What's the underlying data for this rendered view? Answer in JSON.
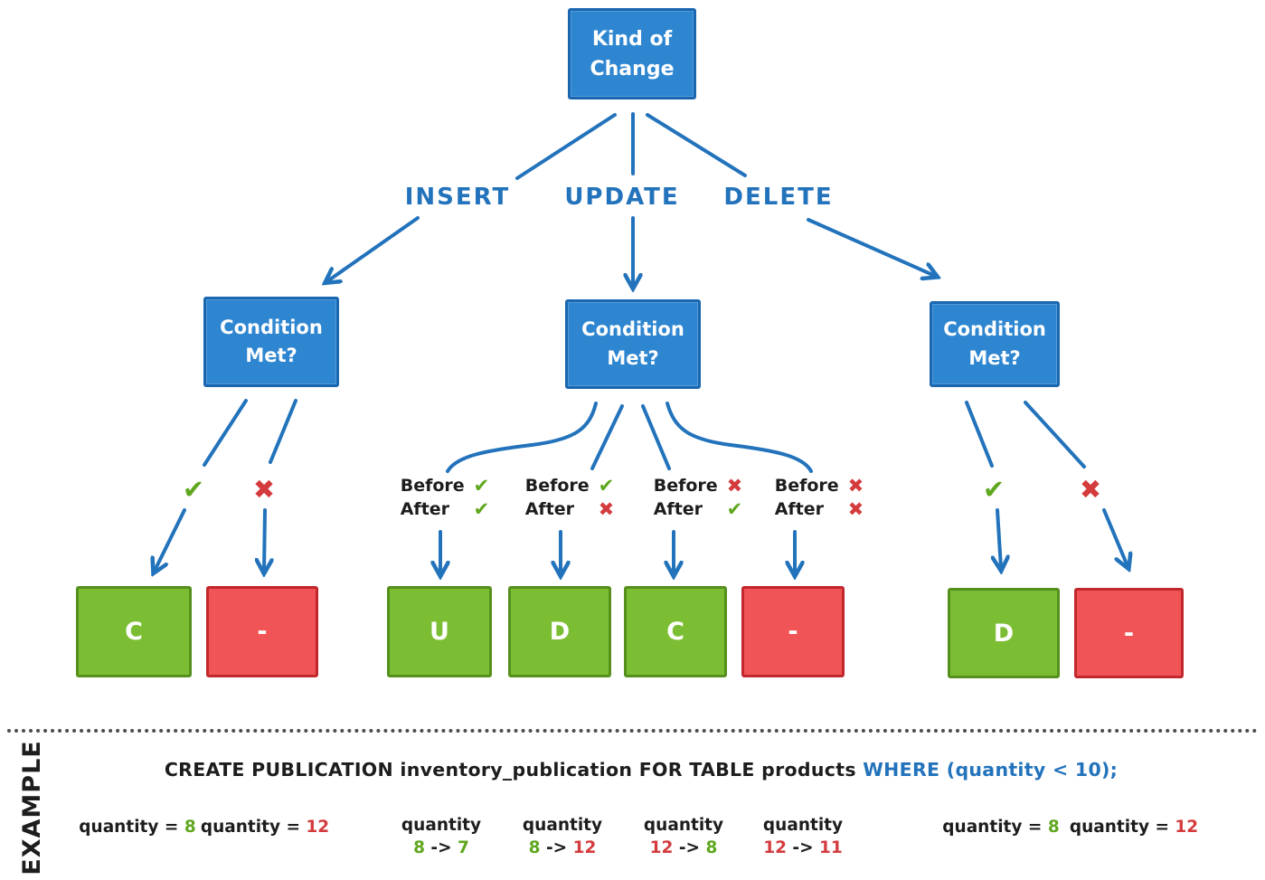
{
  "colors": {
    "blue_fill": "#2E86D1",
    "blue_border": "#1A66B0",
    "arrow": "#2273BB",
    "green_fill": "#7CBE33",
    "green_border": "#55901D",
    "red_fill": "#F05456",
    "red_border": "#C2272D",
    "check": "#5FA71F",
    "cross": "#D43B3D",
    "ink": "#1D1D1D",
    "dots": "#4D4D4D"
  },
  "icons": {
    "check": "✔",
    "cross": "✖"
  },
  "tree": {
    "root": "Kind of Change",
    "branches": [
      "INSERT",
      "UPDATE",
      "DELETE"
    ],
    "conditions": [
      "Condition Met?",
      "Condition Met?",
      "Condition Met?"
    ],
    "before_label": "Before",
    "after_label": "After",
    "insert_outcomes": [
      {
        "mark": "check",
        "result": "C",
        "color": "green"
      },
      {
        "mark": "cross",
        "result": "-",
        "color": "red"
      }
    ],
    "update_outcomes": [
      {
        "before": "check",
        "after": "check",
        "result": "U",
        "color": "green"
      },
      {
        "before": "check",
        "after": "cross",
        "result": "D",
        "color": "green"
      },
      {
        "before": "cross",
        "after": "check",
        "result": "C",
        "color": "green"
      },
      {
        "before": "cross",
        "after": "cross",
        "result": "-",
        "color": "red"
      }
    ],
    "delete_outcomes": [
      {
        "mark": "check",
        "result": "D",
        "color": "green"
      },
      {
        "mark": "cross",
        "result": "-",
        "color": "red"
      }
    ]
  },
  "example": {
    "section_label": "EXAMPLE",
    "sql_statement": "CREATE PUBLICATION inventory_publication FOR TABLE products ",
    "sql_where_clause": "WHERE (quantity < 10);",
    "arrow_glyph": "->",
    "insert_values": [
      {
        "label": "quantity = ",
        "value": "8",
        "color": "green"
      },
      {
        "label": "quantity = ",
        "value": "12",
        "color": "red"
      }
    ],
    "update_values": [
      {
        "label": "quantity",
        "from": "8",
        "from_color": "green",
        "to": "7",
        "to_color": "green"
      },
      {
        "label": "quantity",
        "from": "8",
        "from_color": "green",
        "to": "12",
        "to_color": "red"
      },
      {
        "label": "quantity",
        "from": "12",
        "from_color": "red",
        "to": "8",
        "to_color": "green"
      },
      {
        "label": "quantity",
        "from": "12",
        "from_color": "red",
        "to": "11",
        "to_color": "red"
      }
    ],
    "delete_values": [
      {
        "label": "quantity = ",
        "value": "8",
        "color": "green"
      },
      {
        "label": "quantity = ",
        "value": "12",
        "color": "red"
      }
    ]
  }
}
